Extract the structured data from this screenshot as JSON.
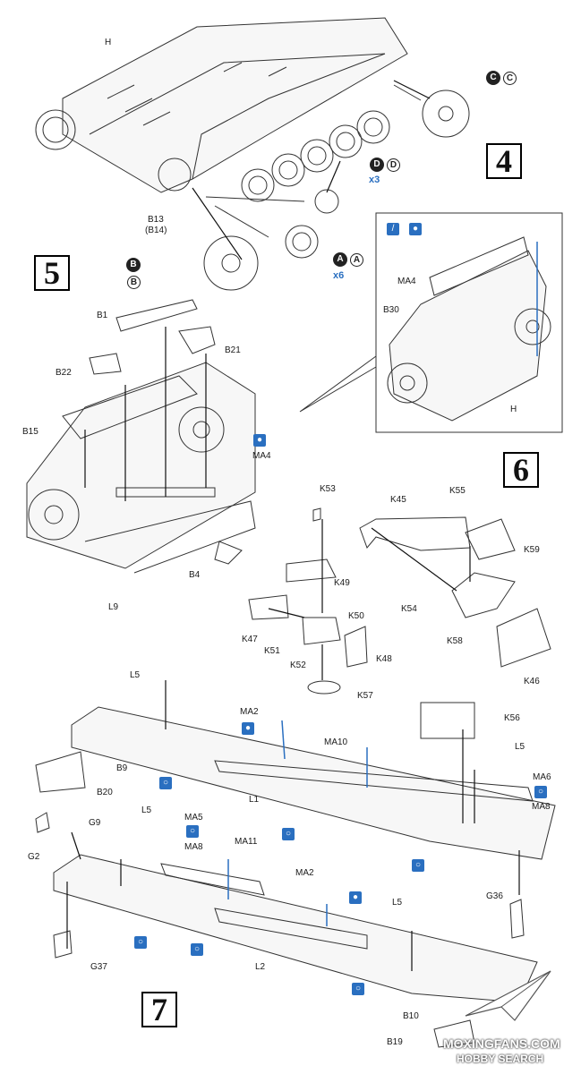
{
  "steps": {
    "s4": "4",
    "s5": "5",
    "s6": "6",
    "s7": "7"
  },
  "labels": {
    "H": "H",
    "H2": "H",
    "B13": "B13",
    "B14": "(B14)",
    "B1": "B1",
    "B21": "B21",
    "B22": "B22",
    "B15": "B15",
    "MA4": "MA4",
    "MA4b": "MA4",
    "B30": "B30",
    "B4": "B4",
    "L9": "L9",
    "K53": "K53",
    "K49": "K49",
    "K50": "K50",
    "K51": "K51",
    "K52": "K52",
    "K47": "K47",
    "K48": "K48",
    "K57": "K57",
    "K45": "K45",
    "K55": "K55",
    "K59": "K59",
    "K54": "K54",
    "K58": "K58",
    "K46": "K46",
    "L5a": "L5",
    "MA2a": "MA2",
    "MA10": "MA10",
    "K56": "K56",
    "L5b": "L5",
    "B9": "B9",
    "B20": "B20",
    "L1": "L1",
    "MA6": "MA6",
    "MA8a": "MA8",
    "G9": "G9",
    "G2": "G2",
    "L5c": "L5",
    "MA5": "MA5",
    "MA8b": "MA8",
    "MA11": "MA11",
    "MA2b": "MA2",
    "L5d": "L5",
    "G36": "G36",
    "G37": "G37",
    "L2": "L2",
    "B10": "B10",
    "B19": "B19"
  },
  "badges": {
    "A": "A",
    "B": "B",
    "C": "C",
    "D": "D"
  },
  "multipliers": {
    "x3": "x3",
    "x6": "x6"
  },
  "watermark": {
    "line1": "MOXINGFANS.COM",
    "line2": "HOBBY SEARCH"
  }
}
